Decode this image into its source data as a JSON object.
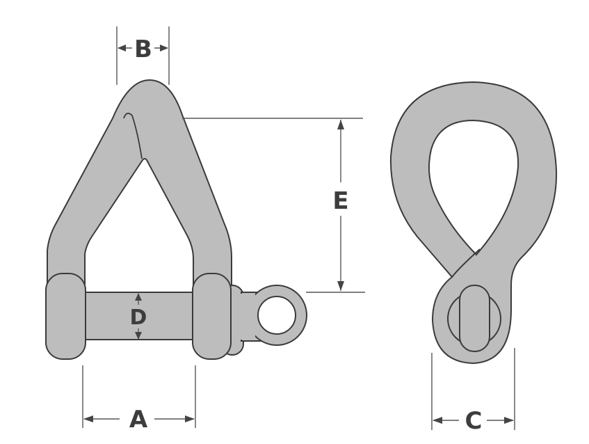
{
  "diagram": {
    "subject": "Twisted D-shackle with screw pin — front and side views with dimension callouts",
    "colors": {
      "fill": "#bdbdbd",
      "outline": "#3a3a3a",
      "dimension_line": "#555555",
      "label": "#3d3d3d",
      "background": "#ffffff"
    },
    "dimensions": {
      "A": {
        "label": "A",
        "meaning": "inside width between shackle legs (front view)"
      },
      "B": {
        "label": "B",
        "meaning": "bow/material thickness at crown"
      },
      "C": {
        "label": "C",
        "meaning": "width across pin eye (side view)"
      },
      "D": {
        "label": "D",
        "meaning": "pin diameter"
      },
      "E": {
        "label": "E",
        "meaning": "inside length from pin to crown"
      }
    },
    "views": [
      {
        "name": "front-view",
        "parts": [
          "twisted-bow",
          "left-lug",
          "right-lug",
          "pin",
          "pin-collar",
          "pin-eye"
        ]
      },
      {
        "name": "side-view",
        "parts": [
          "figure-eight-bow",
          "pin-end"
        ]
      }
    ]
  }
}
